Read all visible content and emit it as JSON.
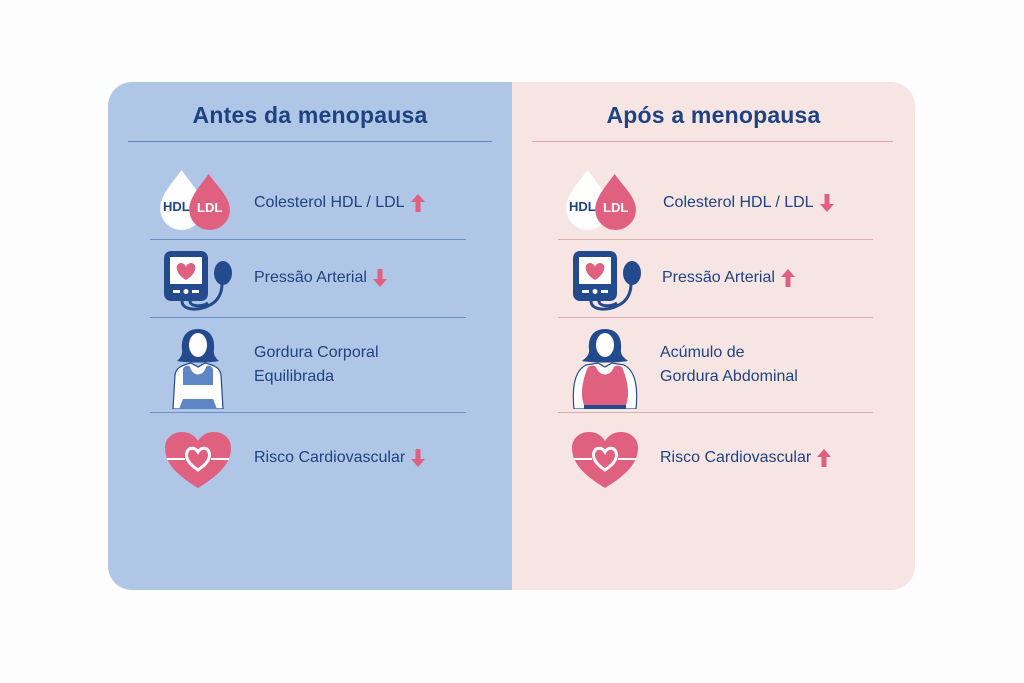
{
  "colors": {
    "left_bg": "#afc6e6",
    "right_bg": "#f7e5e3",
    "text": "#1f4280",
    "accent_pink": "#e06080",
    "icon_navy": "#234a8c"
  },
  "left_panel": {
    "title": "Antes da menopausa",
    "items": [
      {
        "icon": "cholesterol-drops-icon",
        "icon_text_hdl": "HDL",
        "icon_text_ldl": "LDL",
        "label": "Colesterol HDL / LDL",
        "trend": "up"
      },
      {
        "icon": "blood-pressure-monitor-icon",
        "label": "Pressão Arterial",
        "trend": "down"
      },
      {
        "icon": "slim-woman-icon",
        "label_line1": "Gordura Corporal",
        "label_line2": "Equilibrada"
      },
      {
        "icon": "heart-icon",
        "label": "Risco Cardiovascular",
        "trend": "down"
      }
    ]
  },
  "right_panel": {
    "title": "Após a menopausa",
    "items": [
      {
        "icon": "cholesterol-drops-icon",
        "icon_text_hdl": "HDL",
        "icon_text_ldl": "LDL",
        "label": "Colesterol HDL / LDL",
        "trend": "down"
      },
      {
        "icon": "blood-pressure-monitor-icon",
        "label": "Pressão Arterial",
        "trend": "up"
      },
      {
        "icon": "overweight-woman-icon",
        "label_line1": "Acúmulo de",
        "label_line2": "Gordura Abdominal"
      },
      {
        "icon": "heart-icon",
        "label": "Risco Cardiovascular",
        "trend": "up"
      }
    ]
  }
}
